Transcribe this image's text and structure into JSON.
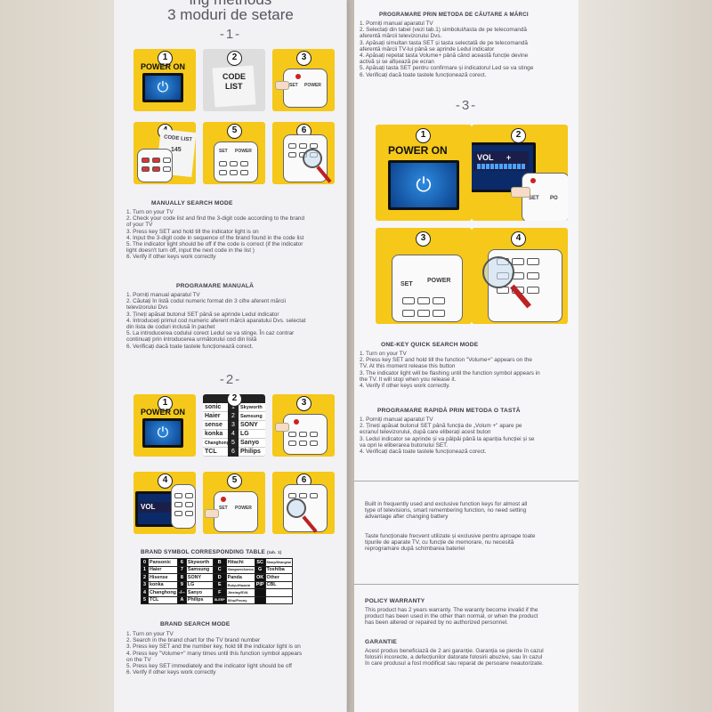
{
  "left": {
    "header_fragment": "ing methods",
    "header_title": "3 moduri de setare",
    "section1_num": "-1-",
    "section2_num": "-2-",
    "tiles1": [
      "1",
      "2",
      "3",
      "4",
      "5",
      "6"
    ],
    "power_on": "POWER ON",
    "code_list_1": "CODE",
    "code_list_2": "LIST",
    "code_list_small": "CODE LIST",
    "code_145": "145",
    "set": "SET",
    "power": "POWER",
    "manual_en": {
      "title": "MANUALLY  SEARCH MODE",
      "lines": [
        "1. Turn on your TV",
        "2. Check your code list and find the 3-digit code according to the brand",
        "of your TV",
        "3. Press key SET and hold till the indicator light is on",
        "4. Input the 3-digit code in sequence of the brand found in the code list",
        "5. The indicator light should be off if the code is correct (if the indicator",
        "light doesn't turn off, input the next code in the list )",
        "6. Verify if other keys work correctly"
      ]
    },
    "manual_ro": {
      "title": "PROGRAMARE MANUALĂ",
      "lines": [
        "1. Porniți manual aparatul TV",
        "2. Căutați în listă codul numeric format din 3 cifre aferent mărcii",
        "televizorului Dvs",
        "3. Țineți apăsat butonul SET până se aprinde Ledul indicator",
        "4. Introduceți primul cod numeric aferent mărcii aparatului Dvs. selectat",
        "din lista de coduri inclusă în pachet",
        "5. La introducerea codului corect Ledul se va stinge. În caz contrar",
        "continuați prin introducerea următorului cod din listă",
        "6. Verificați dacă toate tastele funcționează corect."
      ]
    },
    "brands_list": [
      [
        "sonic",
        "1",
        "Skyworth"
      ],
      [
        "Haier",
        "2",
        "Samsung"
      ],
      [
        "sense",
        "3",
        "SONY"
      ],
      [
        "konka",
        "4",
        "LG"
      ],
      [
        "Changhong",
        "5",
        "Sanyo"
      ],
      [
        "TCL",
        "6",
        "Philips"
      ]
    ],
    "vol_label": "VOL",
    "table_title": "BRAND SYMBOL CORRESPONDING TABLE",
    "table_ref": "(tab. 1)",
    "brand_table": [
      [
        "0",
        "Pansonic",
        "6",
        "Skyworth",
        "B",
        "Hitachi",
        "SC",
        "Sharp/Shanghai"
      ],
      [
        "1",
        "Haier",
        "7",
        "Samsung",
        "C",
        "Xiangwen/Aonuo",
        "G",
        "Toshiba"
      ],
      [
        "2",
        "Hisense",
        "8",
        "SONY",
        "D",
        "Panda",
        "OK",
        "Other"
      ],
      [
        "3",
        "konka",
        "9",
        "LG",
        "E",
        "Ruiyu/Huaxin",
        "PIP",
        "CBL"
      ],
      [
        "4",
        "Changhong",
        "-/--",
        "Sanyo",
        "F",
        "Jinxing/SVA",
        "",
        ""
      ],
      [
        "5",
        "TCL",
        "A",
        "Philips",
        "SLEEP",
        "Xihu/Peony",
        "",
        ""
      ]
    ],
    "brand_mode": {
      "title": "BRAND  SEARCH MODE",
      "lines": [
        "1. Turn on your TV",
        "2. Search in the brand chart for the TV brand number",
        "3. Press key SET and the number key, hold till the indicator light is on",
        "4. Press key \"Volume+\" many times until this function symbol appears",
        "on the TV",
        "5. Press key SET immediately and the indicator light should be off",
        "6. Verify if other keys work correctly"
      ]
    }
  },
  "right": {
    "brand_ro": {
      "title": "PROGRAMARE PRIN METODA DE CĂUTARE A MĂRCI",
      "lines": [
        "1. Porniți manual aparatul TV",
        "2. Selectați din tabel (vezi tab.1) simbolul/tasta de pe telecomandă",
        "aferentă mărcii televizorului Dvs.",
        "3. Apăsați simultan tasta SET și tasta selectată de pe telecomandă",
        "aferentă mărcii TV-lui până se aprinde Ledul indicator",
        "4. Apăsați repetat tasta Volume+ până când această funcție devine",
        "activă și se afișează pe ecran",
        "5. Apăsați tasta SET pentru confirmare și indicatorul Led se va stinge",
        "6. Verificați dacă toate tastele funcționează corect."
      ]
    },
    "section3_num": "-3-",
    "tiles": [
      "1",
      "2",
      "3",
      "4"
    ],
    "power_on": "POWER ON",
    "vol_label": "VOL",
    "vol_plus": "+",
    "set": "SET",
    "power": "POWER",
    "po_fragment": "PO",
    "onekey_en": {
      "title": "ONE-KEY QUICK SEARCH MODE",
      "lines": [
        "1. Turn on your TV",
        "2. Press key SET and hold till the function \"Volume+\" appears on the",
        "TV. At this moment release this button",
        "3. The indicator light will be flashing until the function symbol appears in",
        "the TV. It will stop when you release it.",
        "4. Verify if other keys work correctly."
      ]
    },
    "onekey_ro": {
      "title": "PROGRAMARE RAPIDĂ PRIN METODA O TASTĂ",
      "lines": [
        "1. Porniți manual aparatul TV",
        "2. Țineți apăsat butonul SET până funcția de „Volum +\" apare pe",
        "ecranul televizorului, după care eliberați acest buton",
        "3. Ledul indicator se aprinde și va pâlpâi până la apariția funcției și se",
        "va opri le eliberarea butonului SET.",
        "4. Verificați dacă toate tastele  funcționează corect."
      ]
    },
    "builtin_en": [
      "Built in frequently used and exclusive function keys for almost all",
      "type of  televisions, smart remembering  function, no need setting",
      "advantage after changing  battery"
    ],
    "builtin_ro": [
      "Taste funcționale frecvent utilizate și exclusive pentru aproape toate",
      "tipurile de aparate TV, cu funcție de memorare, nu necesită",
      "reprogramare după schimbarea bateriei"
    ],
    "policy": {
      "title": "POLICY WARRANTY",
      "lines": [
        "This product has 2 years warranty. The waranty become invalid if the",
        "product has been used in the other than normal, or when the product",
        "has been altered or repaired by no authorized personnel."
      ]
    },
    "garantie": {
      "title": "GARANTIE",
      "lines": [
        "Acest produs beneficiază de 2 ani garanție. Garanția se pierde în cazul",
        "folosirii incorecte, a defecțiunilor datorate folosirii abuzive, sau în cazul",
        "în care produsul a fost modificat sau reparat de persoane neautorizate."
      ]
    }
  }
}
